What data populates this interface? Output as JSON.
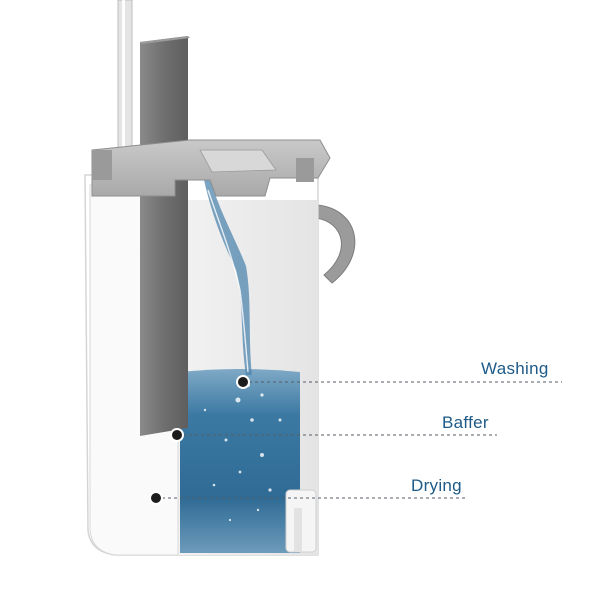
{
  "callouts": [
    {
      "label": "Washing"
    },
    {
      "label": "Baffer"
    },
    {
      "label": "Drying"
    }
  ],
  "colors": {
    "label_text": "#1d5a87",
    "leader_line": "#555e66",
    "water": "#2e6a94",
    "bucket_body": "#ffffff",
    "mop_pad": "#7a7a7a"
  }
}
